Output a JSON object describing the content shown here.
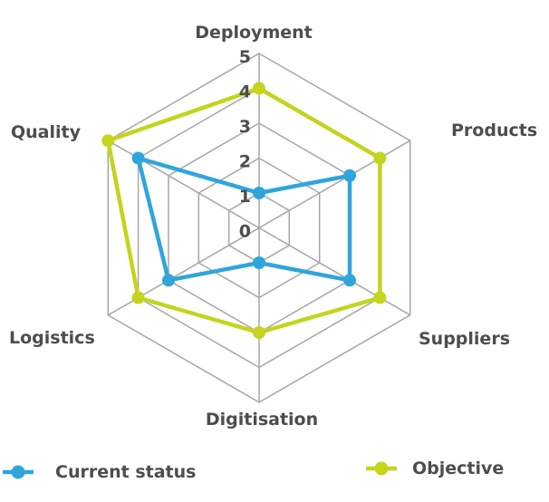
{
  "chart_data": {
    "type": "radar",
    "categories": [
      "Deployment",
      "Products",
      "Suppliers",
      "Digitisation",
      "Logistics",
      "Quality"
    ],
    "series": [
      {
        "name": "Current status",
        "values": [
          1,
          3,
          3,
          1,
          3,
          4
        ],
        "color": "#2FA5DC"
      },
      {
        "name": "Objective",
        "values": [
          4,
          4,
          4,
          3,
          4,
          5
        ],
        "color": "#C4D41F"
      }
    ],
    "r_axis": {
      "min": 0,
      "max": 5,
      "tick_labels": [
        "5",
        "4",
        "3",
        "2",
        "1",
        "0"
      ]
    },
    "grid": "hexagonal-rings-and-spokes",
    "grid_color": "#A6A6A6",
    "label_color": "#4D4D4D",
    "legend_position": "bottom"
  }
}
